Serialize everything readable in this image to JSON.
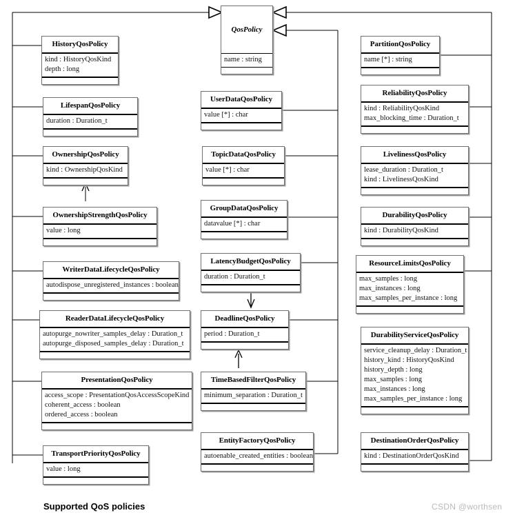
{
  "diagram": {
    "caption": "Supported QoS policies",
    "watermark": "CSDN @worthsen",
    "ops_label": ""
  },
  "base_class": {
    "name": "QosPolicy",
    "attrs": [
      "name : string"
    ]
  },
  "classes": {
    "history": {
      "name": "HistoryQosPolicy",
      "attrs": [
        "kind : HistoryQosKind",
        "depth : long"
      ]
    },
    "lifespan": {
      "name": "LifespanQosPolicy",
      "attrs": [
        "duration : Duration_t"
      ]
    },
    "ownership": {
      "name": "OwnershipQosPolicy",
      "attrs": [
        "kind : OwnershipQosKind"
      ]
    },
    "ownership_strength": {
      "name": "OwnershipStrengthQosPolicy",
      "attrs": [
        "value : long"
      ]
    },
    "writer_data_lifecycle": {
      "name": "WriterDataLifecycleQosPolicy",
      "attrs": [
        "autodispose_unregistered_instances : boolean"
      ]
    },
    "reader_data_lifecycle": {
      "name": "ReaderDataLifecycleQosPolicy",
      "attrs": [
        "autopurge_nowriter_samples_delay : Duration_t",
        "autopurge_disposed_samples_delay : Duration_t"
      ]
    },
    "presentation": {
      "name": "PresentationQosPolicy",
      "attrs": [
        "access_scope : PresentationQosAccessScopeKind",
        "coherent_access : boolean",
        "ordered_access : boolean"
      ]
    },
    "transport_priority": {
      "name": "TransportPriorityQosPolicy",
      "attrs": [
        "value : long"
      ]
    },
    "user_data": {
      "name": "UserDataQosPolicy",
      "attrs": [
        "value [*] : char"
      ]
    },
    "topic_data": {
      "name": "TopicDataQosPolicy",
      "attrs": [
        "value [*] : char"
      ]
    },
    "group_data": {
      "name": "GroupDataQosPolicy",
      "attrs": [
        "datavalue [*] : char"
      ]
    },
    "latency_budget": {
      "name": "LatencyBudgetQosPolicy",
      "attrs": [
        "duration : Duration_t"
      ]
    },
    "deadline": {
      "name": "DeadlineQosPolicy",
      "attrs": [
        "period : Duration_t"
      ]
    },
    "time_based_filter": {
      "name": "TimeBasedFilterQosPolicy",
      "attrs": [
        "minimum_separation : Duration_t"
      ]
    },
    "entity_factory": {
      "name": "EntityFactoryQosPolicy",
      "attrs": [
        "autoenable_created_entities : boolean"
      ]
    },
    "partition": {
      "name": "PartitionQosPolicy",
      "attrs": [
        "name [*] : string"
      ]
    },
    "reliability": {
      "name": "ReliabilityQosPolicy",
      "attrs": [
        "kind : ReliabilityQosKind",
        "max_blocking_time : Duration_t"
      ]
    },
    "liveliness": {
      "name": "LivelinessQosPolicy",
      "attrs": [
        "lease_duration : Duration_t",
        "kind : LivelinessQosKind"
      ]
    },
    "durability": {
      "name": "DurabilityQosPolicy",
      "attrs": [
        "kind : DurabilityQosKind"
      ]
    },
    "resource_limits": {
      "name": "ResourceLimitsQosPolicy",
      "attrs": [
        "max_samples : long",
        "max_instances : long",
        "max_samples_per_instance : long"
      ]
    },
    "durability_service": {
      "name": "DurabilityServiceQosPolicy",
      "attrs": [
        "service_cleanup_delay : Duration_t",
        "history_kind : HistoryQosKind",
        "history_depth : long",
        "max_samples : long",
        "max_instances : long",
        "max_samples_per_instance : long"
      ]
    },
    "destination_order": {
      "name": "DestinationOrderQosPolicy",
      "attrs": [
        "kind : DestinationOrderQosKind"
      ]
    }
  },
  "relationships": {
    "generalization_to_base": "QosPolicy",
    "left_bus_members": [
      "HistoryQosPolicy",
      "LifespanQosPolicy",
      "OwnershipQosPolicy",
      "OwnershipStrengthQosPolicy",
      "WriterDataLifecycleQosPolicy",
      "ReaderDataLifecycleQosPolicy",
      "PresentationQosPolicy",
      "TransportPriorityQosPolicy"
    ],
    "middle_bus_members": [
      "UserDataQosPolicy",
      "TopicDataQosPolicy",
      "GroupDataQosPolicy",
      "LatencyBudgetQosPolicy",
      "DeadlineQosPolicy",
      "TimeBasedFilterQosPolicy",
      "EntityFactoryQosPolicy"
    ],
    "right_bus_members": [
      "PartitionQosPolicy",
      "ReliabilityQosPolicy",
      "LivelinessQosPolicy",
      "DurabilityQosPolicy",
      "ResourceLimitsQosPolicy",
      "DurabilityServiceQosPolicy",
      "DestinationOrderQosPolicy"
    ],
    "dependencies": [
      {
        "from": "OwnershipStrengthQosPolicy",
        "to": "OwnershipQosPolicy"
      },
      {
        "from": "LatencyBudgetQosPolicy",
        "to": "DeadlineQosPolicy"
      },
      {
        "from": "TimeBasedFilterQosPolicy",
        "to": "DeadlineQosPolicy"
      }
    ]
  },
  "colors": {
    "line": "#000000",
    "box_border": "#6f6f6f",
    "shadow": "#9a9a9a",
    "background": "#ffffff",
    "watermark": "#b9b9b9"
  }
}
